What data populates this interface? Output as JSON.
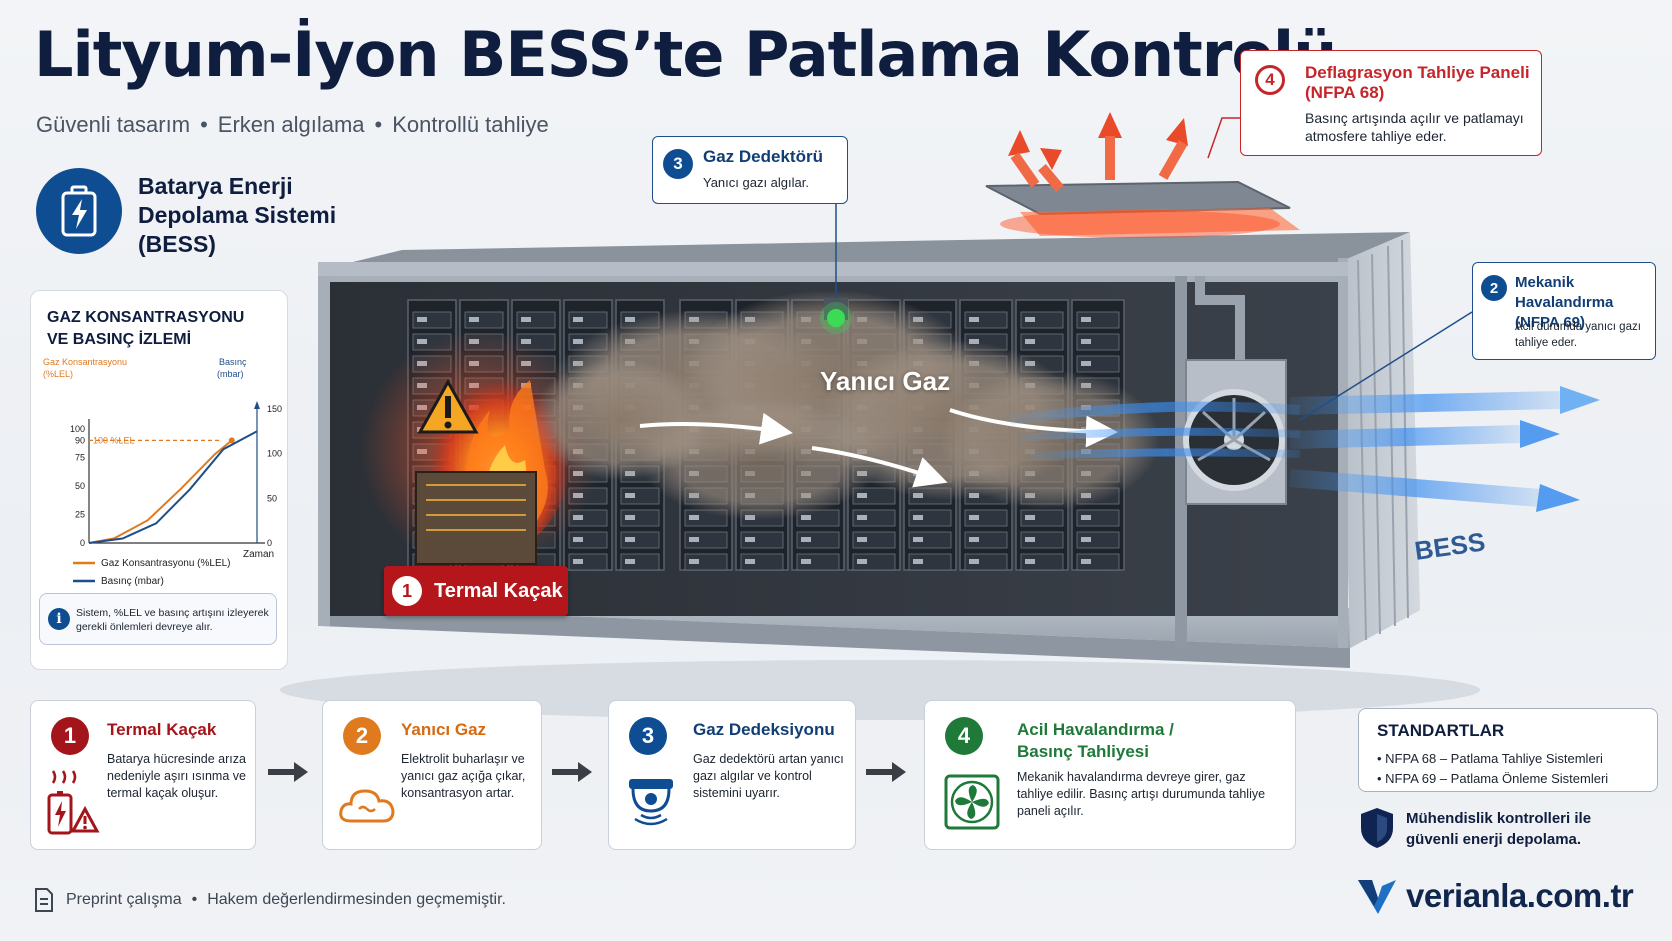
{
  "header": {
    "title": "Lityum-İyon BESS’te Patlama Kontrolü",
    "subtitle_items": [
      "Güvenli tasarım",
      "Erken algılama",
      "Kontrollü tahliye"
    ],
    "separator": "•"
  },
  "bess": {
    "label_lines": [
      "Batarya Enerji",
      "Depolama Sistemi",
      "(BESS)"
    ],
    "icon": "battery-bolt-icon"
  },
  "monitor_chart": {
    "title_lines": [
      "GAZ KONSANTRASYONU",
      "VE BASINÇ İZLEMİ"
    ],
    "info_text": "Sistem, %LEL ve basınç artışını izleyerek gerekli önlemleri devreye alır.",
    "info_icon": "info-icon"
  },
  "chart_data": {
    "type": "line",
    "title": "GAZ KONSANTRASYONU VE BASINÇ İZLEMİ",
    "xlabel": "Zaman",
    "ylabel_left": "Gaz Konsantrasyonu (%LEL)",
    "ylabel_right": "Basınç (mbar)",
    "y_left_ticks": [
      "0",
      "25",
      "50",
      "75",
      "90",
      "100"
    ],
    "y_right_ticks": [
      "0",
      "50",
      "100",
      "150"
    ],
    "ylim_left": [
      0,
      100
    ],
    "ylim_right": [
      0,
      150
    ],
    "threshold_label": "100 %LEL",
    "threshold_value": 90,
    "series": [
      {
        "name": "Gaz Konsantrasyonu (%LEL)",
        "axis": "left",
        "color": "#e07a1e",
        "x": [
          0,
          0.15,
          0.35,
          0.55,
          0.75,
          0.85
        ],
        "y": [
          0,
          4,
          20,
          48,
          78,
          90
        ]
      },
      {
        "name": "Basınç (mbar)",
        "axis": "right",
        "color": "#1f4f8a",
        "x": [
          0,
          0.2,
          0.4,
          0.6,
          0.8,
          1.0
        ],
        "y": [
          0,
          5,
          22,
          60,
          105,
          125
        ]
      }
    ],
    "legend": "bottom"
  },
  "scene": {
    "gas_label": "Yanıcı Gaz",
    "container_text": "BESS",
    "termal_num": "1",
    "termal_label": "Termal Kaçak",
    "warning_icon": "warning-triangle-icon",
    "fan_icon": "fan-icon"
  },
  "callouts": {
    "gas_detector": {
      "num": "3",
      "title": "Gaz Dedektörü",
      "text": "Yanıcı gazı algılar."
    },
    "deflagration": {
      "num": "4",
      "title_lines": [
        "Deflagrasyon Tahliye Paneli",
        "(NFPA 68)"
      ],
      "text": "Basınç artışında açılır ve patlamayı atmosfere tahliye eder."
    },
    "mechanical": {
      "num": "2",
      "title_lines": [
        "Mekanik Havalandırma",
        "(NFPA 69)"
      ],
      "text": "Acil durumda yanıcı gazı tahliye eder."
    }
  },
  "steps": [
    {
      "num": "1",
      "title": "Termal Kaçak",
      "text": "Batarya hücresinde arıza nedeniyle aşırı ısınma ve termal kaçak oluşur.",
      "icon": "battery-fire-icon"
    },
    {
      "num": "2",
      "title": "Yanıcı Gaz",
      "text": "Elektrolit buharlaşır ve yanıcı gaz açığa çıkar, konsantrasyon artar.",
      "icon": "cloud-icon"
    },
    {
      "num": "3",
      "title": "Gaz Dedeksiyonu",
      "text": "Gaz dedektörü artan yanıcı gazı algılar ve kontrol sistemini uyarır.",
      "icon": "detector-icon"
    },
    {
      "num": "4",
      "title_lines": [
        "Acil Havalandırma /",
        "Basınç Tahliyesi"
      ],
      "text": "Mekanik havalandırma devreye girer, gaz tahliye edilir. Basınç artışı durumunda tahliye paneli açılır.",
      "icon": "fan-icon"
    }
  ],
  "standards": {
    "title": "STANDARTLAR",
    "items": [
      "• NFPA 68 – Patlama Tahliye Sistemleri",
      "• NFPA 69 – Patlama Önleme Sistemleri"
    ]
  },
  "engineering": {
    "lines": [
      "Mühendislik kontrolleri ile",
      "güvenli enerji depolama."
    ],
    "icon": "shield-icon"
  },
  "footer": {
    "items": [
      "Preprint çalışma",
      "Hakem değerlendirmesinden geçmemiştir."
    ],
    "icon": "document-icon"
  },
  "brand": {
    "name": "verianla.com.tr",
    "icon": "v-logo-icon"
  },
  "colors": {
    "navy": "#0f1d3f",
    "blue": "#0f4d93",
    "red": "#c4262a",
    "orange": "#e07a1e",
    "green": "#1f7a3a"
  }
}
